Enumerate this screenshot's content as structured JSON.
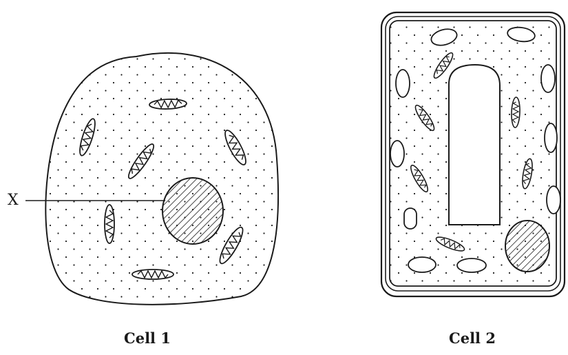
{
  "labels": {
    "x": "X",
    "cell1": "Cell 1",
    "cell2": "Cell 2"
  },
  "colors": {
    "ink": "#1a1a1a",
    "background": "#ffffff"
  },
  "parts": {
    "cell1": [
      "cell-membrane",
      "cytoplasm",
      "mitochondrion",
      "nucleus"
    ],
    "cell2": [
      "cell-wall",
      "cell-membrane",
      "cytoplasm",
      "vacuole",
      "chloroplast",
      "mitochondrion",
      "nucleus"
    ]
  }
}
